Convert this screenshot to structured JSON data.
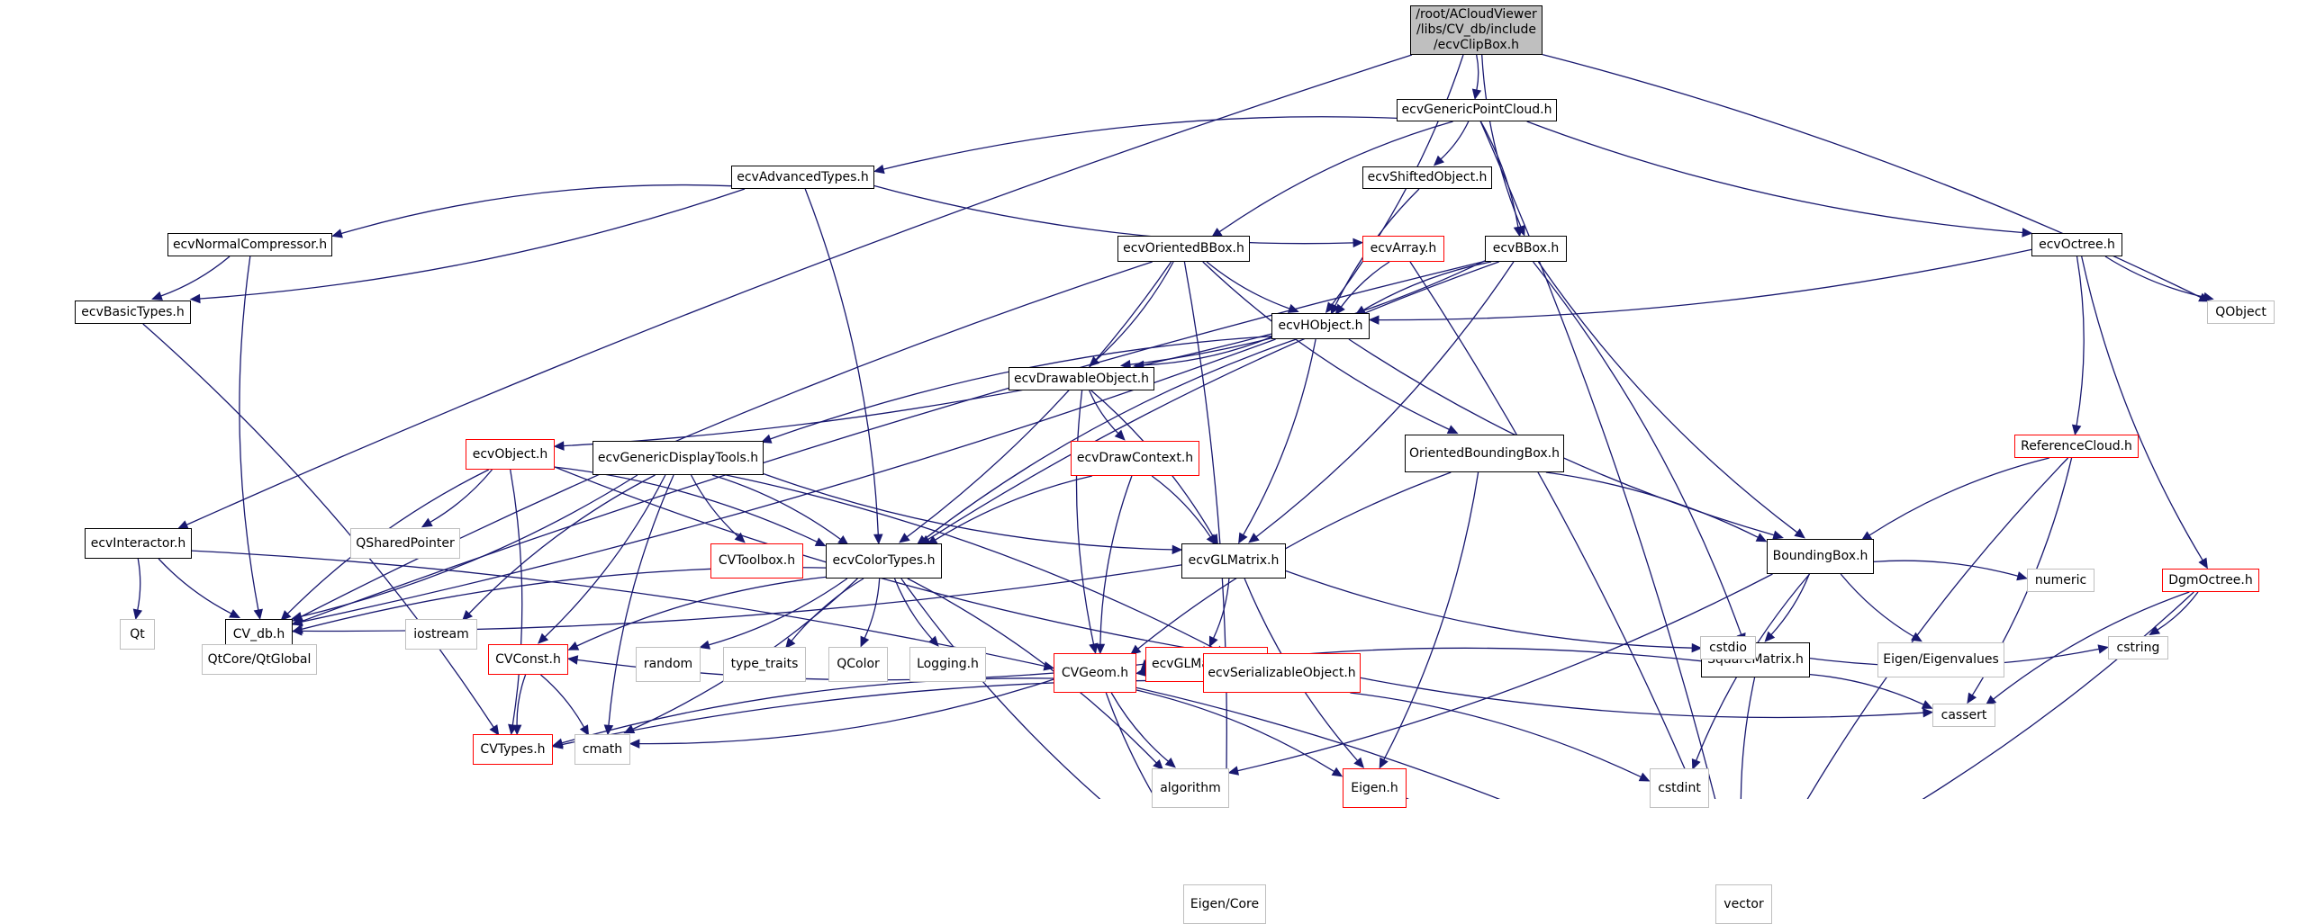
{
  "title": "/root/ACloudViewer/libs/CV_db/include/ecvClipBox.h",
  "colors": {
    "edge": "#191970",
    "root_fill": "#bfbfbf",
    "local_border": "#000000",
    "incomplete_border": "#ff0000",
    "system_border": "#bfbfbf"
  },
  "nodes": [
    {
      "id": "root",
      "label": "/root/ACloudViewer\n/libs/CV_db/include\n/ecvClipBox.h",
      "kind": "root"
    },
    {
      "id": "ecvGenericPointCloud",
      "label": "ecvGenericPointCloud.h",
      "kind": "local"
    },
    {
      "id": "ecvAdvancedTypes",
      "label": "ecvAdvancedTypes.h",
      "kind": "local"
    },
    {
      "id": "ecvShiftedObject",
      "label": "ecvShiftedObject.h",
      "kind": "local"
    },
    {
      "id": "ecvNormalCompressor",
      "label": "ecvNormalCompressor.h",
      "kind": "local"
    },
    {
      "id": "ecvBasicTypes",
      "label": "ecvBasicTypes.h",
      "kind": "local"
    },
    {
      "id": "ecvOrientedBBox",
      "label": "ecvOrientedBBox.h",
      "kind": "local"
    },
    {
      "id": "ecvArray",
      "label": "ecvArray.h",
      "kind": "incomplete"
    },
    {
      "id": "ecvBBox",
      "label": "ecvBBox.h",
      "kind": "local"
    },
    {
      "id": "ecvOctree",
      "label": "ecvOctree.h",
      "kind": "local"
    },
    {
      "id": "QObject",
      "label": "QObject",
      "kind": "system"
    },
    {
      "id": "ecvHObject",
      "label": "ecvHObject.h",
      "kind": "local"
    },
    {
      "id": "ecvDrawableObject",
      "label": "ecvDrawableObject.h",
      "kind": "local"
    },
    {
      "id": "ecvObject",
      "label": "ecvObject.h",
      "kind": "incomplete"
    },
    {
      "id": "ecvGenericDisplayTools",
      "label": "ecvGenericDisplayTools.h",
      "kind": "local"
    },
    {
      "id": "ecvDrawContext",
      "label": "ecvDrawContext.h",
      "kind": "incomplete"
    },
    {
      "id": "OrientedBoundingBox",
      "label": "OrientedBoundingBox.h",
      "kind": "local"
    },
    {
      "id": "ReferenceCloud",
      "label": "ReferenceCloud.h",
      "kind": "incomplete"
    },
    {
      "id": "ecvInteractor",
      "label": "ecvInteractor.h",
      "kind": "local"
    },
    {
      "id": "QSharedPointer",
      "label": "QSharedPointer",
      "kind": "system"
    },
    {
      "id": "CVToolbox",
      "label": "CVToolbox.h",
      "kind": "incomplete"
    },
    {
      "id": "ecvColorTypes",
      "label": "ecvColorTypes.h",
      "kind": "local"
    },
    {
      "id": "ecvGLMatrix",
      "label": "ecvGLMatrix.h",
      "kind": "local"
    },
    {
      "id": "BoundingBox",
      "label": "BoundingBox.h",
      "kind": "local"
    },
    {
      "id": "Qt",
      "label": "Qt",
      "kind": "system"
    },
    {
      "id": "CV_db",
      "label": "CV_db.h",
      "kind": "local"
    },
    {
      "id": "iostream",
      "label": "iostream",
      "kind": "system"
    },
    {
      "id": "random",
      "label": "random",
      "kind": "system"
    },
    {
      "id": "type_traits",
      "label": "type_traits",
      "kind": "system"
    },
    {
      "id": "QColor",
      "label": "QColor",
      "kind": "system"
    },
    {
      "id": "Logging",
      "label": "Logging.h",
      "kind": "system"
    },
    {
      "id": "ecvGLMatrixTpl",
      "label": "ecvGLMatrixTpl.h",
      "kind": "incomplete"
    },
    {
      "id": "SquareMatrix",
      "label": "SquareMatrix.h",
      "kind": "local"
    },
    {
      "id": "EigenEigenvalues",
      "label": "Eigen/Eigenvalues",
      "kind": "system"
    },
    {
      "id": "numeric",
      "label": "numeric",
      "kind": "system"
    },
    {
      "id": "DgmOctree",
      "label": "DgmOctree.h",
      "kind": "incomplete"
    },
    {
      "id": "QtGlobal",
      "label": "QtCore/QtGlobal",
      "kind": "system"
    },
    {
      "id": "CVConst",
      "label": "CVConst.h",
      "kind": "incomplete"
    },
    {
      "id": "CVGeom",
      "label": "CVGeom.h",
      "kind": "incomplete"
    },
    {
      "id": "ecvSerializableObject",
      "label": "ecvSerializableObject.h",
      "kind": "incomplete"
    },
    {
      "id": "cstdio",
      "label": "cstdio",
      "kind": "system"
    },
    {
      "id": "cstring",
      "label": "cstring",
      "kind": "system"
    },
    {
      "id": "CVTypes",
      "label": "CVTypes.h",
      "kind": "incomplete"
    },
    {
      "id": "cmath",
      "label": "cmath",
      "kind": "system"
    },
    {
      "id": "algorithm",
      "label": "algorithm",
      "kind": "system"
    },
    {
      "id": "EigenH",
      "label": "Eigen.h",
      "kind": "incomplete"
    },
    {
      "id": "cstdint",
      "label": "cstdint",
      "kind": "system"
    },
    {
      "id": "cassert",
      "label": "cassert",
      "kind": "system"
    },
    {
      "id": "EigenCore",
      "label": "Eigen/Core",
      "kind": "system"
    },
    {
      "id": "vector",
      "label": "vector",
      "kind": "system"
    }
  ],
  "edges": [
    [
      "root",
      "ecvGenericPointCloud"
    ],
    [
      "root",
      "ecvInteractor"
    ],
    [
      "root",
      "ecvHObject"
    ],
    [
      "root",
      "ecvBBox"
    ],
    [
      "root",
      "QObject"
    ],
    [
      "ecvGenericPointCloud",
      "ecvAdvancedTypes"
    ],
    [
      "ecvGenericPointCloud",
      "ecvShiftedObject"
    ],
    [
      "ecvGenericPointCloud",
      "ecvOrientedBBox"
    ],
    [
      "ecvGenericPointCloud",
      "ecvBBox"
    ],
    [
      "ecvGenericPointCloud",
      "ecvOctree"
    ],
    [
      "ecvGenericPointCloud",
      "vector"
    ],
    [
      "ecvAdvancedTypes",
      "ecvNormalCompressor"
    ],
    [
      "ecvAdvancedTypes",
      "ecvBasicTypes"
    ],
    [
      "ecvAdvancedTypes",
      "ecvArray"
    ],
    [
      "ecvAdvancedTypes",
      "ecvColorTypes"
    ],
    [
      "ecvShiftedObject",
      "ecvHObject"
    ],
    [
      "ecvNormalCompressor",
      "ecvBasicTypes"
    ],
    [
      "ecvNormalCompressor",
      "CV_db"
    ],
    [
      "ecvBasicTypes",
      "CVTypes"
    ],
    [
      "ecvOrientedBBox",
      "ecvHObject"
    ],
    [
      "ecvOrientedBBox",
      "ecvDrawableObject"
    ],
    [
      "ecvOrientedBBox",
      "CV_db"
    ],
    [
      "ecvOrientedBBox",
      "ecvColorTypes"
    ],
    [
      "ecvOrientedBBox",
      "OrientedBoundingBox"
    ],
    [
      "ecvOrientedBBox",
      "EigenCore"
    ],
    [
      "ecvArray",
      "ecvHObject"
    ],
    [
      "ecvArray",
      "vector"
    ],
    [
      "ecvBBox",
      "ecvHObject"
    ],
    [
      "ecvBBox",
      "ecvDrawableObject"
    ],
    [
      "ecvBBox",
      "ecvColorTypes"
    ],
    [
      "ecvBBox",
      "ecvGLMatrix"
    ],
    [
      "ecvBBox",
      "BoundingBox"
    ],
    [
      "ecvBBox",
      "SquareMatrix"
    ],
    [
      "ecvBBox",
      "CV_db"
    ],
    [
      "ecvOctree",
      "ecvHObject"
    ],
    [
      "ecvOctree",
      "QObject"
    ],
    [
      "ecvOctree",
      "ReferenceCloud"
    ],
    [
      "ecvOctree",
      "DgmOctree"
    ],
    [
      "ecvHObject",
      "ecvObject"
    ],
    [
      "ecvHObject",
      "ecvGenericDisplayTools"
    ],
    [
      "ecvHObject",
      "ecvDrawableObject"
    ],
    [
      "ecvHObject",
      "ecvColorTypes"
    ],
    [
      "ecvHObject",
      "ecvGLMatrix"
    ],
    [
      "ecvHObject",
      "BoundingBox"
    ],
    [
      "ecvHObject",
      "CV_db"
    ],
    [
      "ecvDrawableObject",
      "ecvDrawContext"
    ],
    [
      "ecvDrawableObject",
      "ecvGLMatrix"
    ],
    [
      "ecvDrawableObject",
      "CVGeom"
    ],
    [
      "ecvObject",
      "QSharedPointer"
    ],
    [
      "ecvObject",
      "CV_db"
    ],
    [
      "ecvObject",
      "ecvColorTypes"
    ],
    [
      "ecvObject",
      "ecvSerializableObject"
    ],
    [
      "ecvObject",
      "CVTypes"
    ],
    [
      "ecvGenericDisplayTools",
      "CVToolbox"
    ],
    [
      "ecvGenericDisplayTools",
      "ecvColorTypes"
    ],
    [
      "ecvGenericDisplayTools",
      "ecvGLMatrix"
    ],
    [
      "ecvGenericDisplayTools",
      "CV_db"
    ],
    [
      "ecvGenericDisplayTools",
      "iostream"
    ],
    [
      "ecvGenericDisplayTools",
      "CVConst"
    ],
    [
      "ecvGenericDisplayTools",
      "cmath"
    ],
    [
      "ecvGenericDisplayTools",
      "ecvSerializableObject"
    ],
    [
      "ecvDrawContext",
      "ecvColorTypes"
    ],
    [
      "ecvDrawContext",
      "ecvGLMatrix"
    ],
    [
      "ecvDrawContext",
      "CVGeom"
    ],
    [
      "OrientedBoundingBox",
      "BoundingBox"
    ],
    [
      "OrientedBoundingBox",
      "CVGeom"
    ],
    [
      "OrientedBoundingBox",
      "EigenH"
    ],
    [
      "ReferenceCloud",
      "BoundingBox"
    ],
    [
      "ReferenceCloud",
      "cassert"
    ],
    [
      "ReferenceCloud",
      "vector"
    ],
    [
      "ecvInteractor",
      "Qt"
    ],
    [
      "ecvInteractor",
      "CV_db"
    ],
    [
      "ecvInteractor",
      "CVGeom"
    ],
    [
      "ecvColorTypes",
      "CV_db"
    ],
    [
      "ecvColorTypes",
      "random"
    ],
    [
      "ecvColorTypes",
      "type_traits"
    ],
    [
      "ecvColorTypes",
      "QColor"
    ],
    [
      "ecvColorTypes",
      "Logging"
    ],
    [
      "ecvColorTypes",
      "algorithm"
    ],
    [
      "ecvColorTypes",
      "CVConst"
    ],
    [
      "ecvColorTypes",
      "cmath"
    ],
    [
      "ecvColorTypes",
      "EigenCore"
    ],
    [
      "ecvGLMatrix",
      "ecvGLMatrixTpl"
    ],
    [
      "ecvGLMatrix",
      "SquareMatrix"
    ],
    [
      "ecvGLMatrix",
      "CV_db"
    ],
    [
      "ecvGLMatrix",
      "EigenH"
    ],
    [
      "BoundingBox",
      "SquareMatrix"
    ],
    [
      "BoundingBox",
      "EigenEigenvalues"
    ],
    [
      "BoundingBox",
      "numeric"
    ],
    [
      "BoundingBox",
      "cstdint"
    ],
    [
      "BoundingBox",
      "algorithm"
    ],
    [
      "CV_db",
      "QtGlobal"
    ],
    [
      "ecvGLMatrixTpl",
      "CVGeom"
    ],
    [
      "ecvGLMatrixTpl",
      "ecvSerializableObject"
    ],
    [
      "ecvGLMatrixTpl",
      "CVConst"
    ],
    [
      "SquareMatrix",
      "CVGeom"
    ],
    [
      "SquareMatrix",
      "cstdio"
    ],
    [
      "SquareMatrix",
      "cstring"
    ],
    [
      "SquareMatrix",
      "cassert"
    ],
    [
      "SquareMatrix",
      "vector"
    ],
    [
      "DgmOctree",
      "cstring"
    ],
    [
      "DgmOctree",
      "cassert"
    ],
    [
      "DgmOctree",
      "vector"
    ],
    [
      "CVConst",
      "CVTypes"
    ],
    [
      "CVConst",
      "cmath"
    ],
    [
      "CVGeom",
      "CVTypes"
    ],
    [
      "CVGeom",
      "cmath"
    ],
    [
      "CVGeom",
      "algorithm"
    ],
    [
      "CVGeom",
      "EigenH"
    ],
    [
      "CVGeom",
      "EigenCore"
    ],
    [
      "CVGeom",
      "vector"
    ],
    [
      "ecvSerializableObject",
      "CVTypes"
    ],
    [
      "ecvSerializableObject",
      "cstdint"
    ],
    [
      "ecvSerializableObject",
      "cassert"
    ],
    [
      "EigenH",
      "EigenCore"
    ],
    [
      "EigenH",
      "vector"
    ]
  ]
}
